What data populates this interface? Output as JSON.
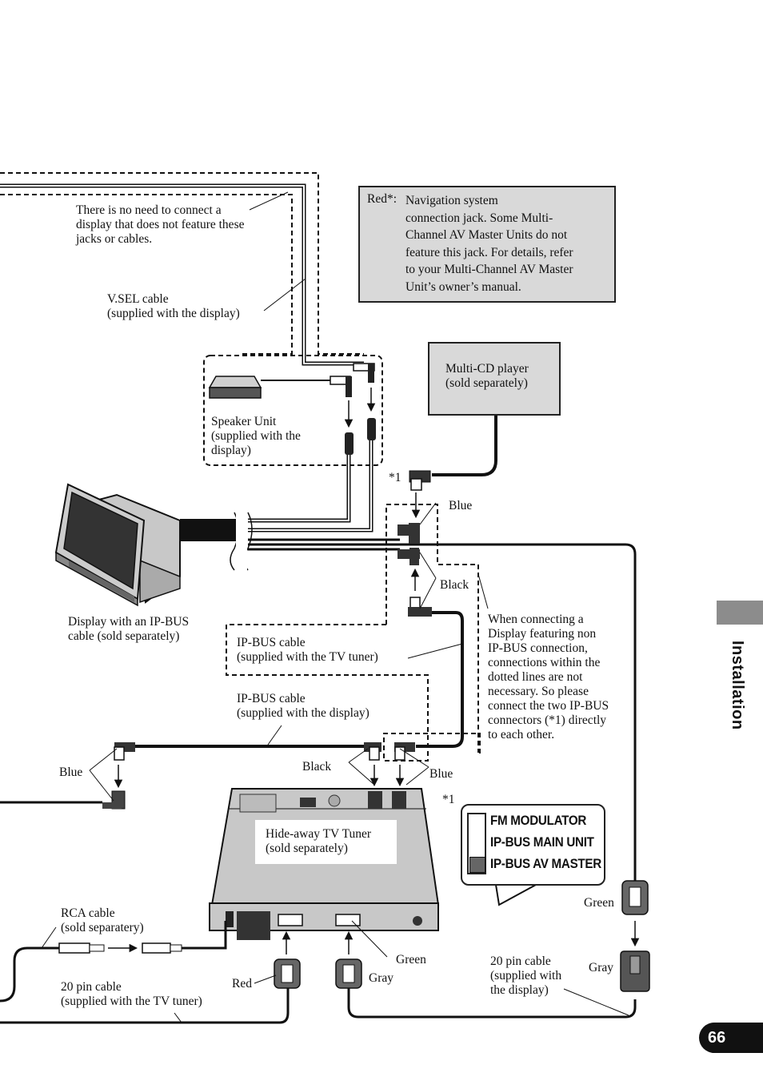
{
  "note": {
    "key": "Red*:",
    "text": "Navigation system\nconnection jack. Some Multi-\nChannel AV Master Units do not\nfeature this jack. For details, refer\nto your Multi-Channel AV Master\nUnit’s owner’s manual."
  },
  "multi_cd": {
    "label": "Multi-CD player\n(sold separately)"
  },
  "labels": {
    "no_need": "There is no need to connect a\ndisplay that does not feature these\njacks or cables.",
    "vsel": "V.SEL cable\n(supplied with the display)",
    "speaker": "Speaker Unit\n(supplied with the\ndisplay)",
    "display": "Display with an IP-BUS\ncable (sold separately)",
    "ipbus_tv": "IP-BUS cable\n(supplied with the TV tuner)",
    "ipbus_display": "IP-BUS cable\n(supplied with the display)",
    "when_connecting": "When connecting a\nDisplay featuring non\nIP-BUS connection,\nconnections within the\ndotted lines are not\nnecessary. So please\nconnect the two IP-BUS\nconnectors (*1) directly\nto each other.",
    "tuner": "Hide-away TV Tuner\n(sold separately)",
    "rca": "RCA cable\n(sold separatery)",
    "pin20_tv": "20 pin cable\n(supplied with the TV tuner)",
    "pin20_display": "20 pin cable\n(supplied with\nthe display)",
    "star1_top": "*1",
    "star1_bottom": "*1",
    "blue_top": "Blue",
    "black_mid": "Black",
    "black_low": "Black",
    "blue_left": "Blue",
    "blue_right": "Blue",
    "green_right": "Green",
    "gray_right": "Gray",
    "green_bottom": "Green",
    "gray_bottom": "Gray",
    "red_bottom": "Red"
  },
  "switch": {
    "options": [
      "FM MODULATOR",
      "IP-BUS MAIN UNIT",
      "IP-BUS AV MASTER"
    ],
    "selected": "IP-BUS AV MASTER"
  },
  "sidebar": {
    "section": "Installation",
    "page": "66"
  }
}
